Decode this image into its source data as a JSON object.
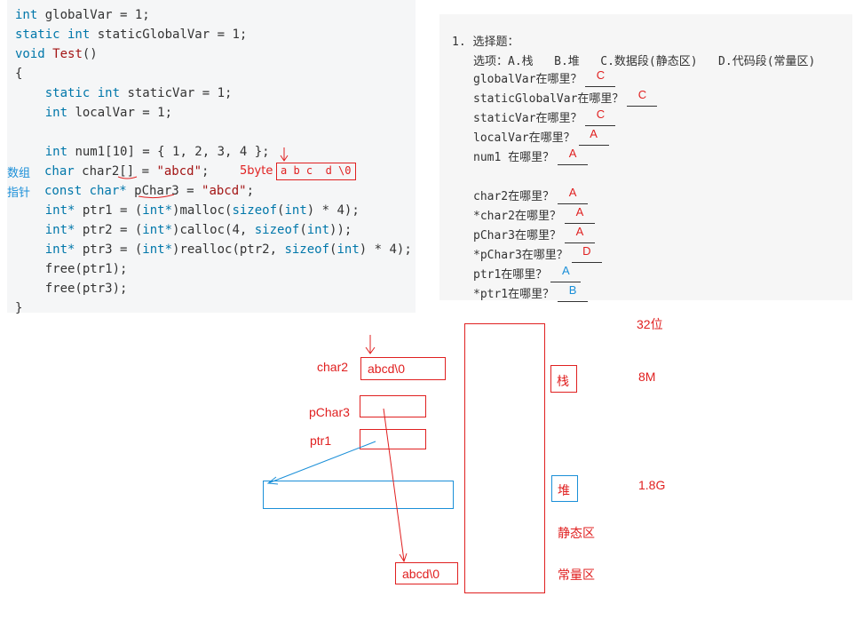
{
  "code": {
    "lines": [
      "int globalVar = 1;",
      "static int staticGlobalVar = 1;",
      "void Test()",
      "{",
      "    static int staticVar = 1;",
      "    int localVar = 1;",
      "",
      "    int num1[10] = { 1, 2, 3, 4 };",
      "char char2[] = \"abcd\";",
      "const char* pChar3 = \"abcd\";",
      "    int* ptr1 = (int*)malloc(sizeof(int) * 4);",
      "    int* ptr2 = (int*)calloc(4, sizeof(int));",
      "    int* ptr3 = (int*)realloc(ptr2, sizeof(int) * 4);",
      "    free(ptr1);",
      "    free(ptr3);",
      "}"
    ],
    "anno_array": "数组",
    "anno_pointer": "指针",
    "anno_size": "5byte",
    "anno_chars": "a b c  d \\0"
  },
  "quiz": {
    "title": "1. 选择题：",
    "options": "选项：A.栈   B.堆   C.数据段(静态区)   D.代码段(常量区)",
    "questions": [
      {
        "q": "globalVar在哪里？",
        "a": "C",
        "color": "#e02020"
      },
      {
        "q": "staticGlobalVar在哪里？",
        "a": "C",
        "color": "#e02020"
      },
      {
        "q": "staticVar在哪里？",
        "a": "C",
        "color": "#e02020"
      },
      {
        "q": "localVar在哪里？",
        "a": "A",
        "color": "#e02020"
      },
      {
        "q": "num1 在哪里？",
        "a": "A",
        "color": "#e02020"
      },
      {
        "q": "char2在哪里？",
        "a": "A",
        "color": "#e02020"
      },
      {
        "q": "*char2在哪里？",
        "a": "A",
        "color": "#e02020"
      },
      {
        "q": "pChar3在哪里？",
        "a": "A",
        "color": "#e02020"
      },
      {
        "q": "*pChar3在哪里？",
        "a": "D",
        "color": "#e02020"
      },
      {
        "q": "ptr1在哪里？",
        "a": "A",
        "color": "#1a8fd8"
      },
      {
        "q": "*ptr1在哪里？",
        "a": "B",
        "color": "#1a8fd8"
      }
    ]
  },
  "diagram": {
    "bits_label": "32位",
    "stack_label": "栈",
    "stack_size": "8M",
    "heap_label": "堆",
    "heap_size": "1.8G",
    "static_label": "静态区",
    "const_label": "常量区",
    "char2_label": "char2",
    "char2_value": "abcd\\0",
    "pchar3_label": "pChar3",
    "ptr1_label": "ptr1",
    "const_value": "abcd\\0"
  },
  "colors": {
    "red": "#e02020",
    "blue": "#1a8fd8",
    "green": "#2e7d32"
  }
}
